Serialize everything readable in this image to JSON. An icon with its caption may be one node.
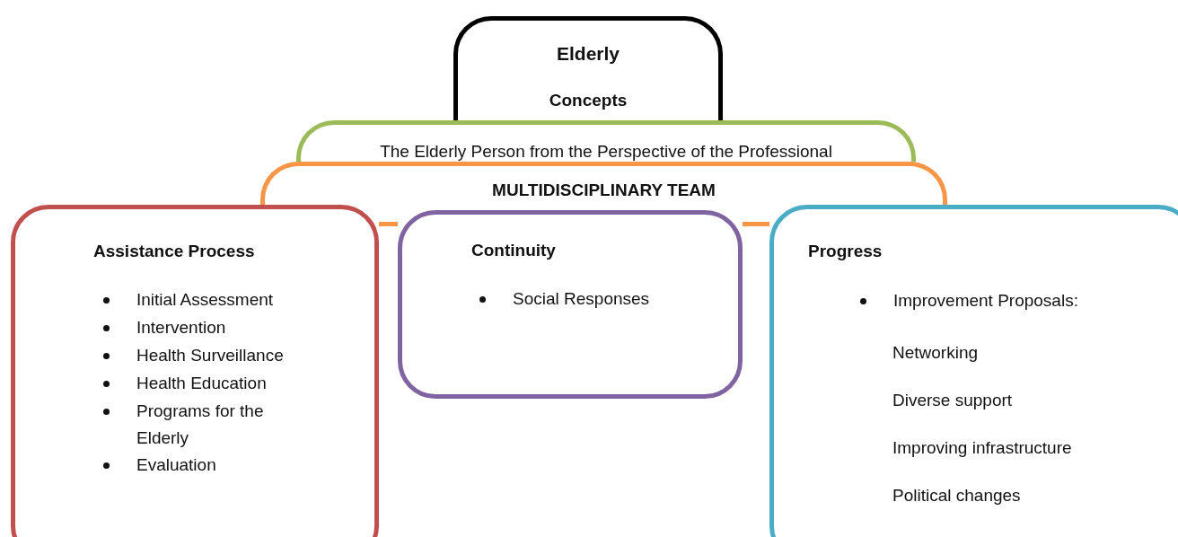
{
  "diagram": {
    "nodes": [
      {
        "text": [
          "Elderly",
          "Concepts"
        ]
      },
      {
        "text": [
          "The Elderly Person from the Perspective of the Professional"
        ]
      },
      {
        "text": [
          "MULTIDISCIPLINARY TEAM"
        ]
      },
      {
        "text": [
          "Assistance Process",
          "Initial Assessment",
          "Intervention",
          "Health Surveillance",
          "Health Education",
          "Programs for the Elderly",
          "Evaluation"
        ]
      },
      {
        "text": [
          "Continuity",
          "Social Responses"
        ]
      },
      {
        "text": [
          "Progress",
          "Improvement Proposals:",
          "Networking",
          "Diverse support",
          "Improving infrastructure",
          "Political changes"
        ]
      }
    ]
  }
}
